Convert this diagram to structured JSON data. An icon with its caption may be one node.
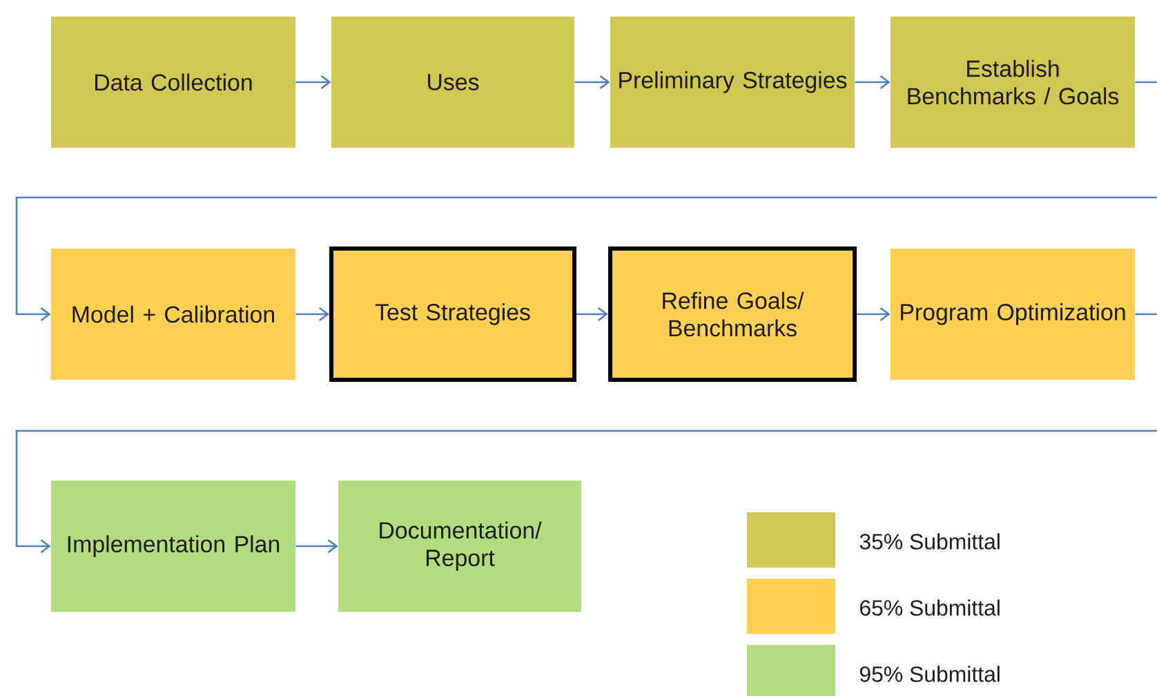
{
  "diagram": {
    "nodes": [
      {
        "text": [
          "Data Collection"
        ]
      },
      {
        "text": [
          "Uses"
        ]
      },
      {
        "text": [
          "Preliminary Strategies"
        ]
      },
      {
        "text": [
          "Establish Benchmarks / Goals"
        ]
      },
      {
        "text": [
          "Model + Calibration"
        ]
      },
      {
        "text": [
          "Test Strategies"
        ]
      },
      {
        "text": [
          "Refine Goals/ Benchmarks"
        ]
      },
      {
        "text": [
          "Program Optimization"
        ]
      },
      {
        "text": [
          "Implementation Plan"
        ]
      },
      {
        "text": [
          "Documentation/ Report"
        ]
      }
    ],
    "edges": [
      {
        "from": 0,
        "to": 1,
        "arrow": "to"
      },
      {
        "from": 1,
        "to": 2,
        "arrow": "to"
      },
      {
        "from": 2,
        "to": 3,
        "arrow": "to"
      },
      {
        "from": 3,
        "to": 4,
        "arrow": "to"
      },
      {
        "from": 4,
        "to": 5,
        "arrow": "to"
      },
      {
        "from": 5,
        "to": 6,
        "arrow": "to"
      },
      {
        "from": 6,
        "to": 7,
        "arrow": "to"
      },
      {
        "from": 7,
        "to": 8,
        "arrow": "to"
      },
      {
        "from": 8,
        "to": 9,
        "arrow": "to"
      }
    ],
    "legend": [
      {
        "text": "35% Submittal",
        "color": "#cfc953"
      },
      {
        "text": "65% Submittal",
        "color": "#fdcf53"
      },
      {
        "text": "95% Submittal",
        "color": "#b3dc81"
      }
    ]
  }
}
